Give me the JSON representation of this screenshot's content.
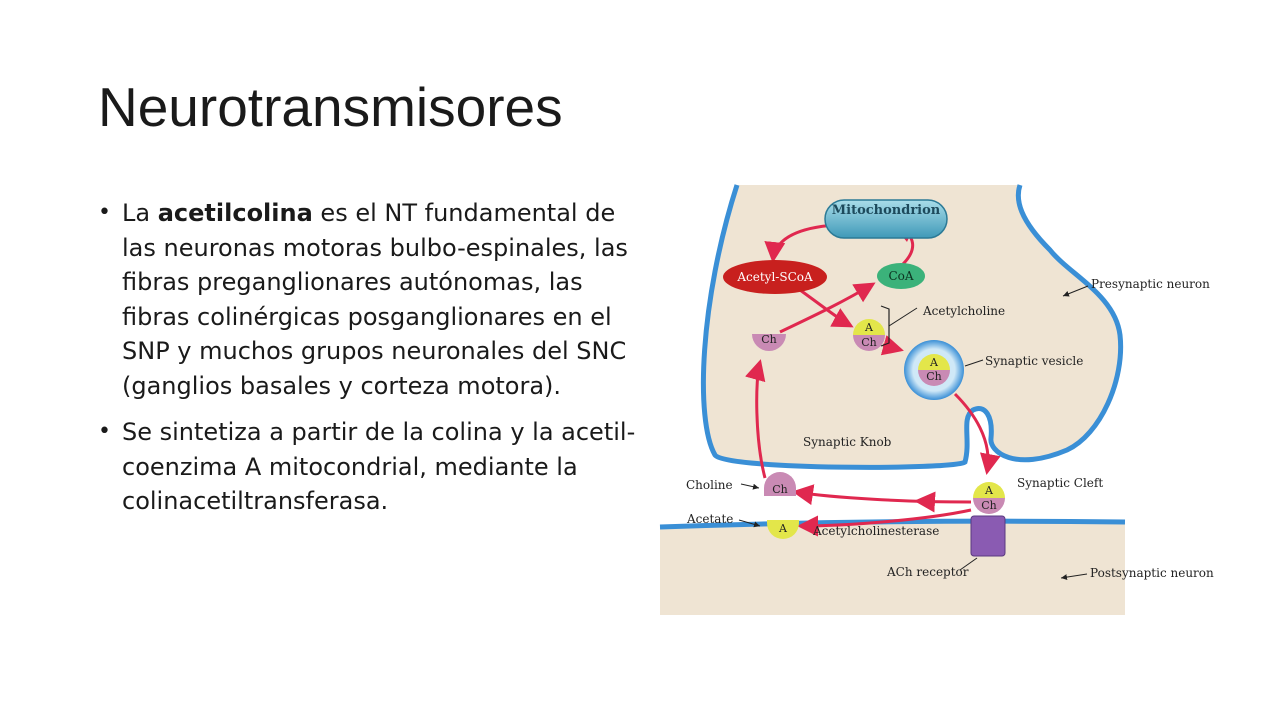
{
  "slide": {
    "title": "Neurotransmisores",
    "bullets": [
      {
        "before": "La ",
        "bold": "acetilcolina",
        "after": " es el NT fundamental de las neuronas motoras bulbo-espinales, las fibras preganglionares autónomas, las fibras colinérgicas posganglionares en el SNP y muchos grupos neuronales del SNC (ganglios basales y corteza motora)."
      },
      {
        "text": "Se sintetiza a partir de la colina y la acetil-coenzima A mitocondrial, mediante la colinacetiltransferasa."
      }
    ]
  },
  "diagram": {
    "mitochondrion": "Mitochondrion",
    "acetyl_scoa": "Acetyl-SCoA",
    "coa": "CoA",
    "acetylcholine": "Acetylcholine",
    "presynaptic_neuron": "Presynaptic neuron",
    "synaptic_vesicle": "Synaptic vesicle",
    "synaptic_knob": "Synaptic Knob",
    "choline": "Choline",
    "synaptic_cleft": "Synaptic Cleft",
    "acetate": "Acetate",
    "acetylcholinesterase": "Acetylcholinesterase",
    "ach_receptor": "ACh receptor",
    "postsynaptic_neuron": "Postsynaptic neuron",
    "letter_a": "A",
    "letter_ch": "Ch",
    "colors": {
      "membrane": "#3a8fd6",
      "cytoplasm": "#efe4d3",
      "arrow": "#e0284f",
      "mitochondrion": "#5cb4cf",
      "acetyl_scoa": "#c8201e",
      "coa": "#3bb27a",
      "choline": "#c98ab4",
      "acetyl": "#e3e64a",
      "receptor": "#8a5bb2"
    }
  }
}
